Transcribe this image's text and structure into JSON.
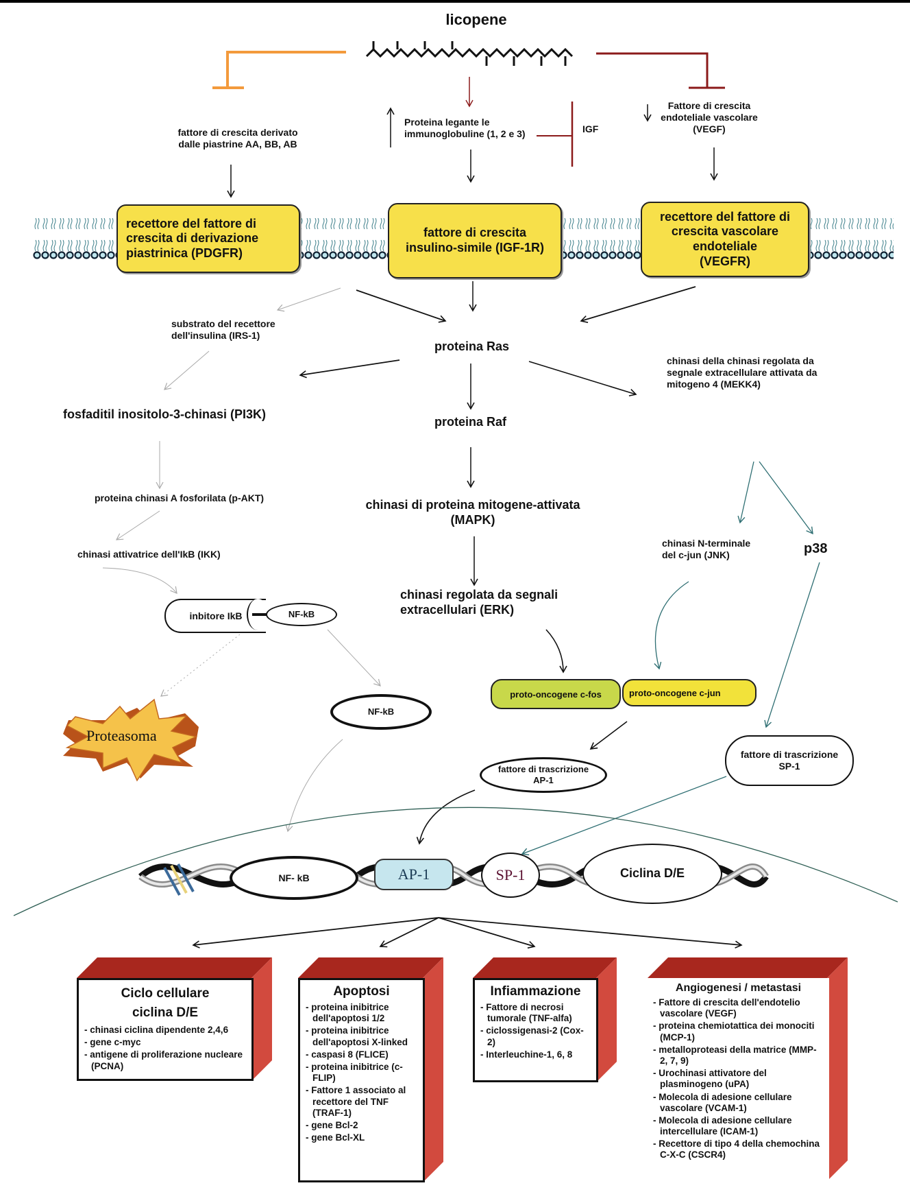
{
  "title": "licopene",
  "colors": {
    "inhibit_orange": "#f39a3c",
    "inhibit_darkred": "#8b1a1a",
    "receptor_yellow": "#f7e04a",
    "cfos_green": "#c8d84a",
    "cjun_yellow": "#f2e23a",
    "ap1_blue": "#c6e6ee",
    "box_red": "#c0392b",
    "teal_arrow": "#2f6f73"
  },
  "top": {
    "pdgf": "fattore di crescita derivato\ndalle piastrine AA, BB, AB",
    "igfbp": "Proteina legante le\nimmunoglobuline (1, 2 e 3)",
    "igf": "IGF",
    "vegf": "Fattore di crescita\nendoteliale vascolare\n(VEGF)"
  },
  "receptors": [
    {
      "id": "pdgfr",
      "label": "recettore del fattore di\ncrescita di derivazione\npiastrinica (PDGFR)"
    },
    {
      "id": "igf1r",
      "label": "fattore di crescita\ninsulino-simile (IGF-1R)"
    },
    {
      "id": "vegfr",
      "label": "recettore del fattore di\ncrescita vascolare\nendoteliale\n(VEGFR)"
    }
  ],
  "nodes": {
    "irs1": "substrato del recettore\ndell'insulina (IRS-1)",
    "ras": "proteina Ras",
    "mekk4": "chinasi della chinasi regolata da\nsegnale extracellulare attivata da\nmitogeno 4 (MEKK4)",
    "pi3k": "fosfaditil inositolo-3-chinasi (PI3K)",
    "raf": "proteina Raf",
    "pakt": "proteina chinasi A fosforilata (p-AKT)",
    "mapk": "chinasi di proteina mitogene-attivata\n(MAPK)",
    "jnk": "chinasi N-terminale\ndel c-jun  (JNK)",
    "p38": "p38",
    "ikk": "chinasi attivatrice dell'IkB (IKK)",
    "erk": "chinasi regolata da segnali\nextracellulari (ERK)",
    "ikb": "inbitore IkB",
    "nfkb_bound": "NF-kB",
    "nfkb_free": "NF-kB",
    "proteasome": "Proteasoma",
    "cfos": "proto-oncogene c-fos",
    "cjun": "proto-oncogene c-jun",
    "ap1_tf": "fattore di trascrizione\nAP-1",
    "sp1_tf": "fattore di trascrizione\nSP-1"
  },
  "dna": {
    "nfkb": "NF- kB",
    "ap1": "AP-1",
    "sp1": "SP-1",
    "cyclin": "Ciclina D/E"
  },
  "outcomes": [
    {
      "title": "Ciclo cellulare\nciclina D/E",
      "items": [
        "chinasi ciclina dipendente 2,4,6",
        "gene c-myc",
        "antigene di proliferazione nucleare (PCNA)"
      ]
    },
    {
      "title": "Apoptosi",
      "items": [
        "proteina inibitrice dell'apoptosi 1/2",
        "proteina inibitrice dell'apoptosi X-linked",
        "caspasi 8 (FLICE)",
        "proteina inibitrice (c-FLIP)",
        "Fattore 1 associato al recettore del TNF (TRAF-1)",
        "gene Bcl-2",
        "gene Bcl-XL"
      ]
    },
    {
      "title": "Infiammazione",
      "items": [
        "Fattore di necrosi tumorale (TNF-alfa)",
        "ciclossigenasi-2 (Cox-2)",
        "Interleuchine-1, 6, 8"
      ]
    },
    {
      "title": "Angiogenesi / metastasi",
      "items": [
        "Fattore di crescita dell'endotelio vascolare (VEGF)",
        "proteina chemiotattica dei monociti (MCP-1)",
        "metalloproteasi della matrice (MMP-2, 7, 9)",
        "Urochinasi attivatore del plasminogeno (uPA)",
        "Molecola di adesione cellulare vascolare (VCAM-1)",
        "Molecola di adesione cellulare intercellulare (ICAM-1)",
        "Recettore di tipo 4 della chemochina C-X-C (CSCR4)"
      ]
    }
  ]
}
